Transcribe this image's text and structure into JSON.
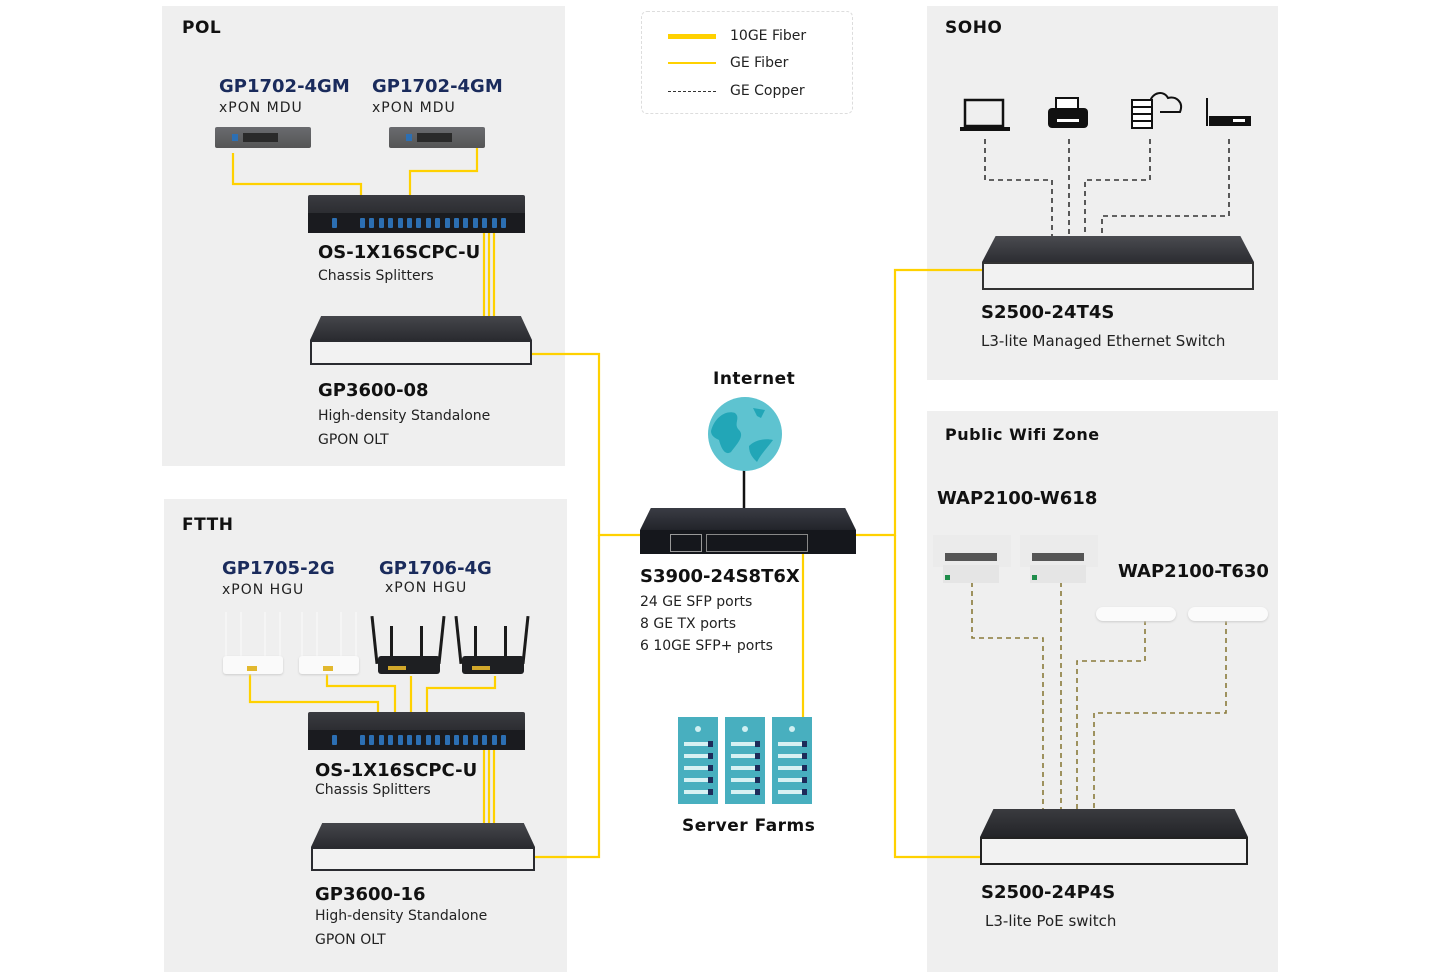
{
  "legend": {
    "items": [
      {
        "label": "10GE Fiber",
        "style": "thick-solid",
        "color": "#FFD100"
      },
      {
        "label": "GE Fiber",
        "style": "thin-solid",
        "color": "#FFD100"
      },
      {
        "label": "GE Copper",
        "style": "dashed",
        "color": "#333333"
      }
    ]
  },
  "colors": {
    "fiber": "#FFD100",
    "copper_soho": "#333333",
    "copper_poe": "#8a7a3a",
    "panel_bg": "#efefef",
    "model_blue": "#1a2b5c",
    "globe": "#5ec3d0",
    "server": "#48afbf"
  },
  "pol": {
    "title": "POL",
    "mdu1": {
      "model": "GP1702-4GM",
      "desc": "xPON MDU"
    },
    "mdu2": {
      "model": "GP1702-4GM",
      "desc": "xPON MDU"
    },
    "splitter": {
      "model": "OS-1X16SCPC-U",
      "desc": "Chassis  Splitters"
    },
    "olt": {
      "model": "GP3600-08",
      "desc1": "High-density Standalone",
      "desc2": "GPON OLT"
    }
  },
  "ftth": {
    "title": "FTTH",
    "hgu1": {
      "model": "GP1705-2G",
      "desc": "xPON HGU"
    },
    "hgu2": {
      "model": "GP1706-4G",
      "desc": "xPON HGU"
    },
    "splitter": {
      "model": "OS-1X16SCPC-U",
      "desc": "Chassis  Splitters"
    },
    "olt": {
      "model": "GP3600-16",
      "desc1": "High-density Standalone",
      "desc2": "GPON OLT"
    }
  },
  "core": {
    "internet_label": "Internet",
    "switch": {
      "model": "S3900-24S8T6X",
      "specs": [
        "24 GE SFP ports",
        "8 GE TX ports",
        "6 10GE SFP+ ports"
      ]
    },
    "server_label": "Server Farms"
  },
  "soho": {
    "title": "SOHO",
    "endpoints": [
      "laptop",
      "printer",
      "server-cloud",
      "router"
    ],
    "switch": {
      "model": "S2500-24T4S",
      "desc": "L3-lite Managed Ethernet Switch"
    }
  },
  "wifi": {
    "title": "Public Wifi Zone",
    "ap_wall": {
      "model": "WAP2100-W618"
    },
    "ap_ceiling": {
      "model": "WAP2100-T630"
    },
    "switch": {
      "model": "S2500-24P4S",
      "desc": "L3-lite PoE switch"
    }
  }
}
